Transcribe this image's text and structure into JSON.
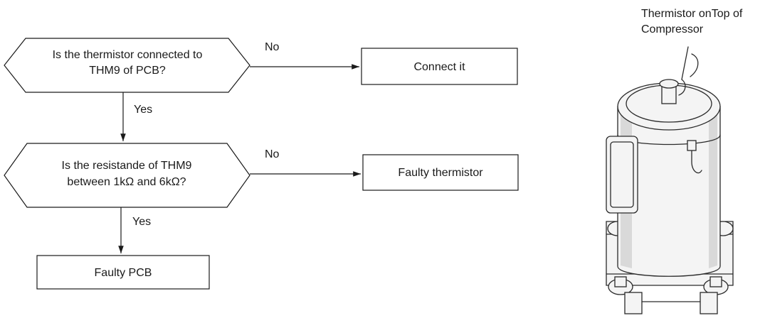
{
  "flowchart": {
    "decision1": {
      "line1": "Is the thermistor connected to",
      "line2": "THM9 of PCB?"
    },
    "decision2": {
      "line1": "Is the resistande of THM9",
      "line2": "between 1kΩ and 6kΩ?"
    },
    "edge_no_1": "No",
    "edge_yes_1": "Yes",
    "edge_no_2": "No",
    "edge_yes_2": "Yes",
    "result_connect": "Connect it",
    "result_faulty_thermistor": "Faulty thermistor",
    "result_faulty_pcb": "Faulty PCB"
  },
  "illustration": {
    "caption_line1": "Thermistor onTop of",
    "caption_line2": "Compressor"
  }
}
